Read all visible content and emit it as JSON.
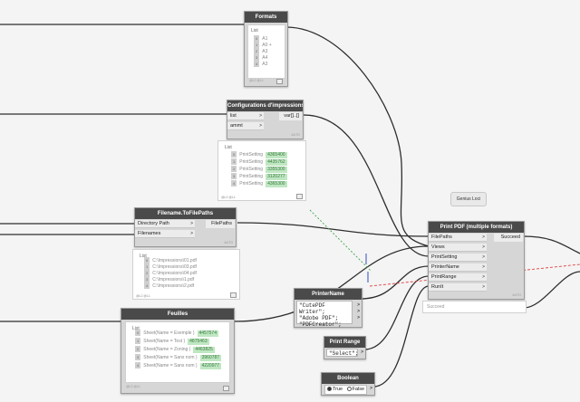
{
  "nodes": {
    "formats": {
      "title": "Formats",
      "list_label": "List",
      "items": [
        {
          "index": "0",
          "value": "A1"
        },
        {
          "index": "1",
          "value": "A0 +"
        },
        {
          "index": "2",
          "value": "A3"
        },
        {
          "index": "3",
          "value": "A4"
        },
        {
          "index": "4",
          "value": "A3"
        }
      ],
      "footer": "@L2 @L1"
    },
    "print_configs": {
      "title": "Configurations d'impressions",
      "inputs": [
        "list",
        "ammt"
      ],
      "output": "var[]..[]",
      "autolabel": "AUTO",
      "list_label": "List",
      "items": [
        {
          "index": "0",
          "label": "PrintSetting",
          "value": "4365400"
        },
        {
          "index": "1",
          "label": "PrintSetting",
          "value": "4435762"
        },
        {
          "index": "2",
          "label": "PrintSetting",
          "value": "3355300"
        },
        {
          "index": "3",
          "label": "PrintSetting",
          "value": "3120277"
        },
        {
          "index": "4",
          "label": "PrintSetting",
          "value": "4365300"
        }
      ],
      "footer": "@L2 @L1"
    },
    "filename": {
      "title": "Filename.ToFilePaths",
      "inputs": [
        "Directory Path",
        "Filenames"
      ],
      "output": "FilePaths",
      "autolabel": "AUTO",
      "list_label": "List",
      "items": [
        {
          "index": "0",
          "value": "C:\\Impressions\\01.pdf"
        },
        {
          "index": "1",
          "value": "C:\\Impressions\\03.pdf"
        },
        {
          "index": "2",
          "value": "C:\\Impressions\\04.pdf"
        },
        {
          "index": "3",
          "value": "C:\\Impressions\\1.pdf"
        },
        {
          "index": "4",
          "value": "C:\\Impressions\\2.pdf"
        }
      ],
      "footer": "@L2 @L1"
    },
    "feuilles": {
      "title": "Feuilles",
      "list_label": "List",
      "items": [
        {
          "index": "0",
          "label": "Sheet(Name = Exemple )",
          "value": "4457574"
        },
        {
          "index": "1",
          "label": "Sheet(Name = Test )",
          "value": "4875463"
        },
        {
          "index": "2",
          "label": "Sheet(Name = Zoning )",
          "value": "4463825"
        },
        {
          "index": "3",
          "label": "Sheet(Name = Sans nom )",
          "value": "3960787"
        },
        {
          "index": "4",
          "label": "Sheet(Name = Sans nom )",
          "value": "4220977"
        }
      ],
      "footer": "@L2 @L1"
    },
    "printer_name": {
      "title": "PrinterName",
      "lines": [
        "\"CutePDF Writer\";",
        "\"Adobe PDF\";",
        "\"PDFCreator\";"
      ]
    },
    "print_pdf": {
      "title": "Print PDF (multiple formats)",
      "inputs": [
        "FilePaths",
        "Views",
        "PrintSetting",
        "PrinterName",
        "PrintRange",
        "RunIt"
      ],
      "output": "Succeed",
      "autolabel": "AUTO",
      "preview": "Succeed"
    },
    "print_range": {
      "title": "Print Range",
      "code": "\"Select\";"
    },
    "boolean": {
      "title": "Boolean",
      "true_label": "True",
      "false_label": "False",
      "selected": "True"
    },
    "genius_loci": {
      "label": "Genius Loci"
    }
  },
  "colors": {
    "node_header": "#4a4a4a",
    "node_body": "#d6d6d6",
    "value_highlight": "#bfe7c2",
    "wire": "#2e2e2e",
    "dashed_red": "#e04040",
    "dashed_green": "#3aa84a",
    "cursor_blue": "#3050c0"
  }
}
